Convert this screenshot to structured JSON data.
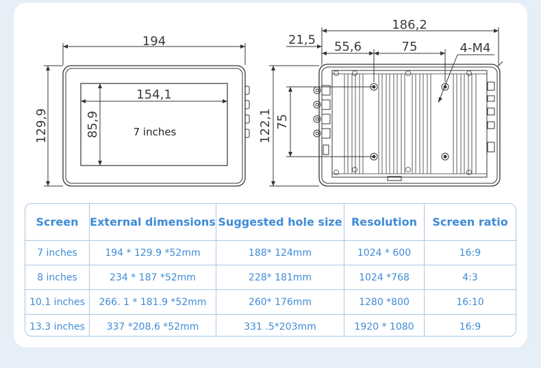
{
  "front_view": {
    "width_dim": "194",
    "height_dim": "129,9",
    "screen_width_dim": "154,1",
    "screen_height_dim": "85,9",
    "screen_label": "7 inches"
  },
  "rear_view": {
    "width_dim": "186,2",
    "offset_dim": "21,5",
    "hole_offset_dim": "55,6",
    "hole_spacing_x_dim": "75",
    "hole_note": "4-M4",
    "height_dim": "122,1",
    "hole_spacing_y_dim": "75"
  },
  "spec_table": {
    "headers": [
      "Screen",
      "External dimensions",
      "Suggested hole size",
      "Resolution",
      "Screen ratio"
    ],
    "rows": [
      [
        "7 inches",
        "194 * 129.9 *52mm",
        "188* 124mm",
        "1024 * 600",
        "16:9"
      ],
      [
        "8 inches",
        "234 * 187 *52mm",
        "228* 181mm",
        "1024 *768",
        "4:3"
      ],
      [
        "10.1 inches",
        "266. 1 * 181.9 *52mm",
        "260* 176mm",
        "1280 *800",
        "16:10"
      ],
      [
        "13.3 inches",
        "337 *208.6 *52mm",
        "331 .5*203mm",
        "1920 * 1080",
        "16:9"
      ]
    ]
  },
  "colors": {
    "background": "#e6eef8",
    "card": "#ffffff",
    "table_text": "#3f8bd6",
    "table_border": "#a9c6e8",
    "drawing_line": "#333333"
  }
}
